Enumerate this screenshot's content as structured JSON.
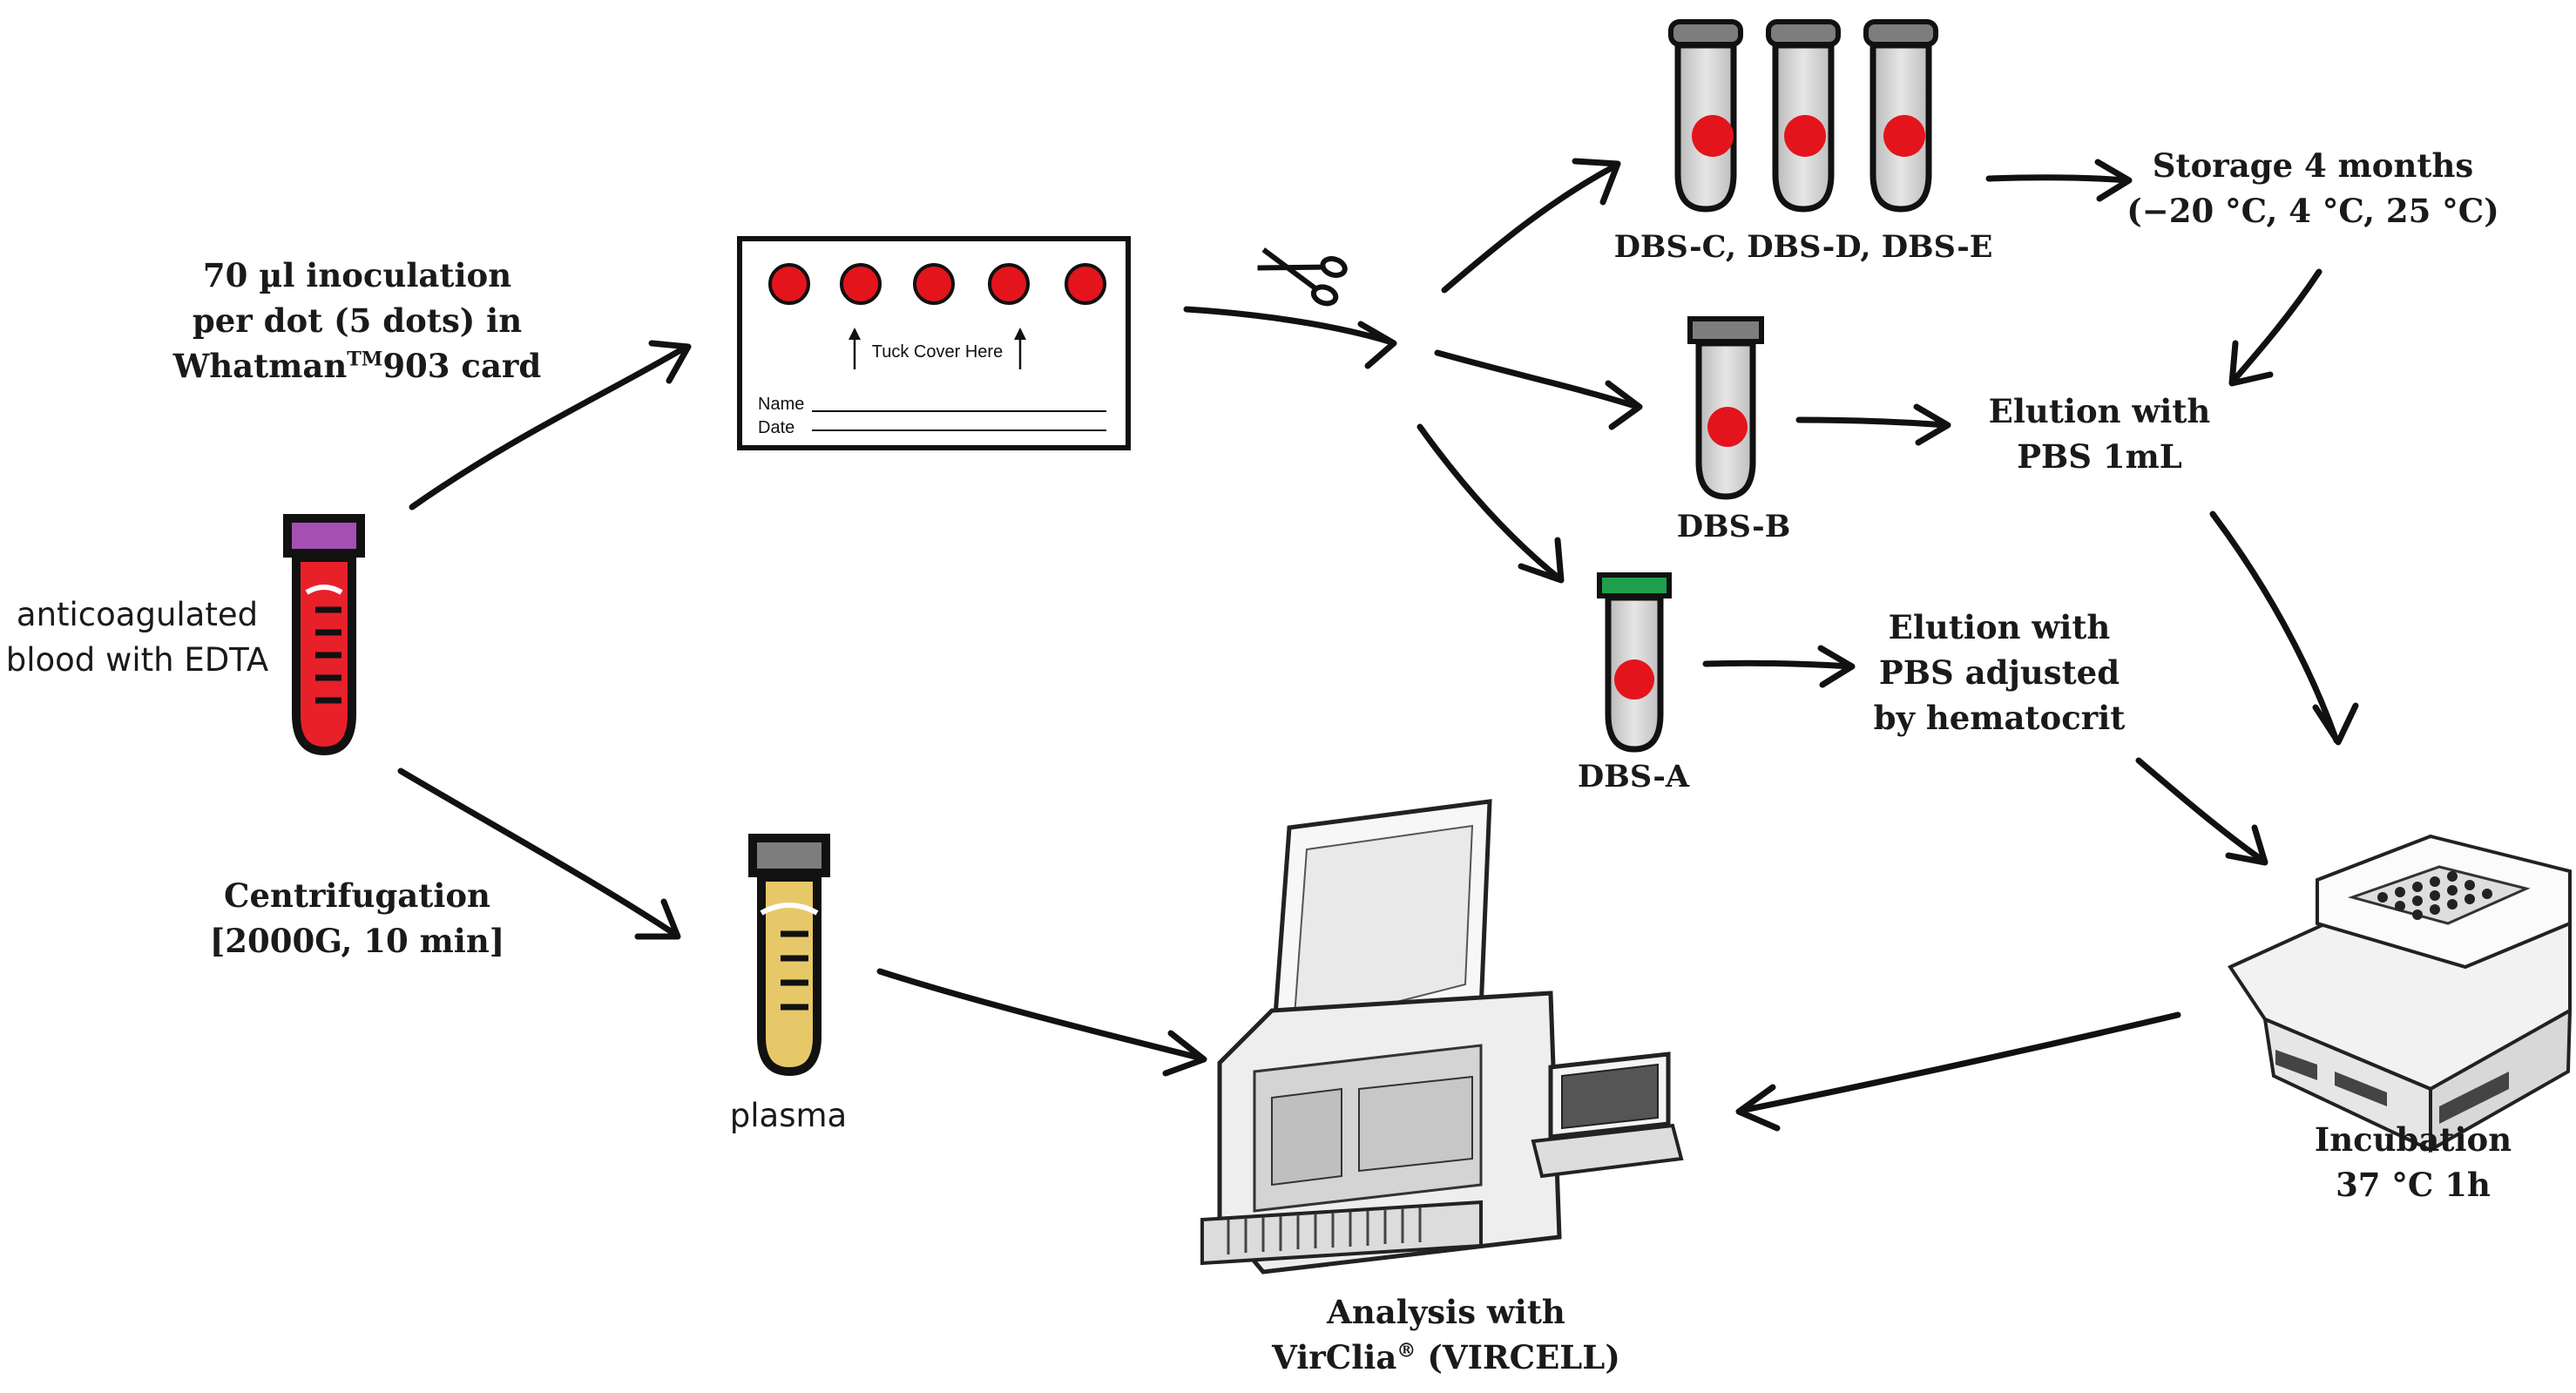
{
  "labels": {
    "inoculation": [
      "70 µl inoculation",
      "per dot (5 dots) in",
      "Whatman",
      "TM",
      "903 card"
    ],
    "blood": [
      "anticoagulated",
      "blood with EDTA"
    ],
    "centrifugation": [
      "Centrifugation",
      "[2000G, 10 min]"
    ],
    "plasma": "plasma",
    "dbs_cde": "DBS-C, DBS-D, DBS-E",
    "dbs_b": "DBS-B",
    "dbs_a": "DBS-A",
    "storage": [
      "Storage 4 months",
      "(−20 °C, 4 °C, 25 °C)"
    ],
    "elution_1ml": [
      "Elution with",
      "PBS 1mL"
    ],
    "elution_hct": [
      "Elution with",
      "PBS adjusted",
      "by hematocrit"
    ],
    "incubation": [
      "Incubation",
      "37 °C 1h"
    ],
    "analysis": [
      "Analysis with",
      "VirClia",
      "®",
      " (VIRCELL)"
    ]
  },
  "card": {
    "tuck_text": "Tuck Cover Here",
    "name_label": "Name",
    "date_label": "Date"
  },
  "colors": {
    "blood": "#e8202a",
    "dot": "#e4141c",
    "purple_cap": "#a54fb3",
    "grey_cap": "#7d7d7d",
    "green_cap": "#1fa04c",
    "plasma": "#e7c869",
    "tube_glass": "#dcdcdc"
  },
  "icons": [
    "scissors-icon",
    "incubator-icon",
    "virclia-analyzer-icon"
  ]
}
